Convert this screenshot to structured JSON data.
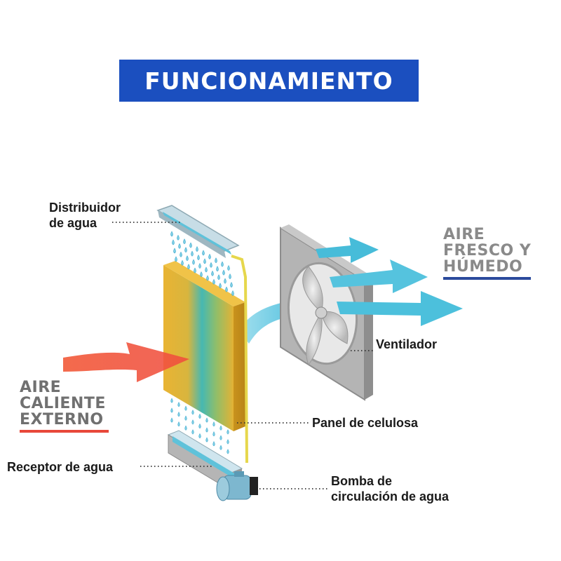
{
  "title": "FUNCIONAMIENTO",
  "labels": {
    "distribuidor_1": "Distribuidor",
    "distribuidor_2": "de agua",
    "ventilador": "Ventilador",
    "panel": "Panel de celulosa",
    "receptor": "Receptor de agua",
    "bomba_1": "Bomba de",
    "bomba_2": "circulación de agua"
  },
  "aire_fresco": {
    "line1": "AIRE",
    "line2": "FRESCO Y",
    "line3": "HÚMEDO"
  },
  "aire_caliente": {
    "line1": "AIRE",
    "line2": "CALIENTE",
    "line3": "EXTERNO"
  },
  "colors": {
    "title_bg": "#1b4fbf",
    "cool_air": "#4ec0dd",
    "hot_air": "#f0553c",
    "fresh_text": "#8a8a8a",
    "fresh_underline": "#2b4a9c",
    "hot_text": "#707070",
    "hot_underline": "#e8483a",
    "panel_yellow": "#e8b735",
    "panel_teal": "#3fb7b0",
    "frame_gray": "#a9a9a9"
  },
  "icons": [
    "water-drops-icon",
    "fan-icon",
    "pump-icon",
    "hot-air-arrow-icon",
    "cool-air-arrow-icon"
  ]
}
